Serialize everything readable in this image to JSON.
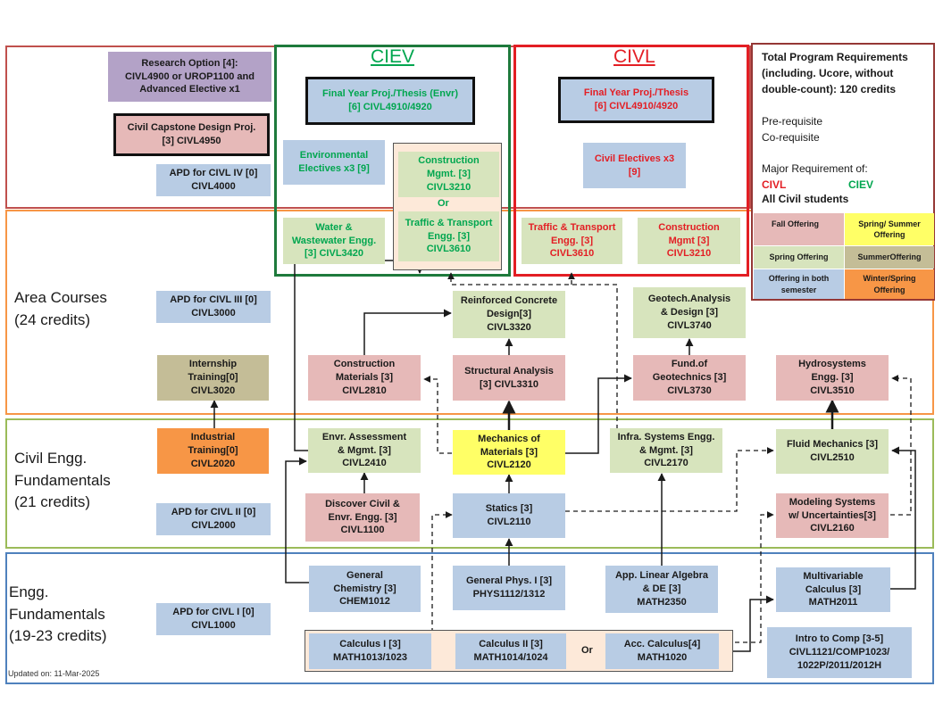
{
  "programs": {
    "ciev_title": "CIEV",
    "civl_title": "CIVL"
  },
  "bands": {
    "area": {
      "name": "Area Courses",
      "credits": "(24 credits)"
    },
    "civil_fund": {
      "name1": "Civil Engg.",
      "name2": "Fundamentals",
      "credits": "(21 credits)"
    },
    "engg_fund": {
      "name1": "Engg.",
      "name2": "Fundamentals",
      "credits": "(19-23 credits)"
    }
  },
  "updated": "Updated on: 11-Mar-2025",
  "legend": {
    "total_1": "Total Program Requirements",
    "total_2": "(including. Ucore, without",
    "total_3": "double-count): 120 credits",
    "prereq": "Pre-requisite",
    "coreq": "Co-requisite",
    "major_req": "Major Requirement of:",
    "civl": "CIVL",
    "ciev": "CIEV",
    "all_civil": "All Civil students",
    "fall": "Fall Offering",
    "spring_summer": "Spring/ Summer Offering",
    "spring": "Spring Offering",
    "summer": "SummerOffering",
    "both": "Offering in both semester",
    "winter_spring": "Winter/Spring Offering",
    "colors": {
      "fall": "#e6b9b8",
      "spring_summer": "#ffff66",
      "spring": "#d7e4bd",
      "summer": "#c4bd97",
      "both": "#b8cce4",
      "winter_spring": "#f79646"
    }
  },
  "courses": {
    "research": {
      "l1": "Research Option [4]:",
      "l2": "CIVL4900 or UROP1100 and",
      "l3": "Advanced Elective x1"
    },
    "capstone": {
      "l1": "Civil Capstone Design Proj.",
      "l2": "[3] CIVL4950"
    },
    "apd4": {
      "l1": "APD for CIVL IV [0]",
      "l2": "CIVL4000"
    },
    "ciev_fyp": {
      "l1": "Final Year Proj./Thesis (Envr)",
      "l2": "[6] CIVL4910/4920"
    },
    "env_electives": {
      "l1": "Environmental",
      "l2": "Electives x3 [9]"
    },
    "ciev_constr": {
      "l1": "Construction",
      "l2": "Mgmt. [3]",
      "l3": "CIVL3210"
    },
    "or_word": "Or",
    "ciev_traffic": {
      "l1": "Traffic & Transport",
      "l2": "Engg. [3]",
      "l3": "CIVL3610"
    },
    "water": {
      "l1": "Water &",
      "l2": "Wastewater Engg.",
      "l3": "[3] CIVL3420"
    },
    "civl_fyp": {
      "l1": "Final Year Proj./Thesis",
      "l2": "[6] CIVL4910/4920"
    },
    "civl_electives": {
      "l1": "Civil Electives x3",
      "l2": "[9]"
    },
    "civl_traffic": {
      "l1": "Traffic & Transport",
      "l2": "Engg. [3]",
      "l3": "CIVL3610"
    },
    "civl_constr": {
      "l1": "Construction",
      "l2": "Mgmt [3]",
      "l3": "CIVL3210"
    },
    "apd3": {
      "l1": "APD for CIVL III [0]",
      "l2": "CIVL3000"
    },
    "internship": {
      "l1": "Internship",
      "l2": "Training[0]",
      "l3": "CIVL3020"
    },
    "constr_materials": {
      "l1": "Construction",
      "l2": "Materials [3]",
      "l3": "CIVL2810"
    },
    "reinforced": {
      "l1": "Reinforced Concrete",
      "l2": "Design[3]",
      "l3": "CIVL3320"
    },
    "structural": {
      "l1": "Structural Analysis",
      "l2": "[3] CIVL3310"
    },
    "geotech_design": {
      "l1": "Geotech.Analysis",
      "l2": "& Design [3]",
      "l3": "CIVL3740"
    },
    "fund_geotech": {
      "l1": "Fund.of",
      "l2": "Geotechnics [3]",
      "l3": "CIVL3730"
    },
    "hydrosystems": {
      "l1": "Hydrosystems",
      "l2": "Engg. [3]",
      "l3": "CIVL3510"
    },
    "industrial": {
      "l1": "Industrial",
      "l2": "Training[0]",
      "l3": "CIVL2020"
    },
    "apd2": {
      "l1": "APD for CIVL II [0]",
      "l2": "CIVL2000"
    },
    "envr_assessment": {
      "l1": "Envr. Assessment",
      "l2": "& Mgmt. [3]",
      "l3": "CIVL2410"
    },
    "discover": {
      "l1": "Discover Civil &",
      "l2": "Envr. Engg. [3]",
      "l3": "CIVL1100"
    },
    "mechanics": {
      "l1": "Mechanics of",
      "l2": "Materials [3]",
      "l3": "CIVL2120"
    },
    "statics": {
      "l1": "Statics [3]",
      "l2": "CIVL2110"
    },
    "infra": {
      "l1": "Infra. Systems Engg.",
      "l2": "& Mgmt. [3]",
      "l3": "CIVL2170"
    },
    "fluid": {
      "l1": "Fluid Mechanics [3]",
      "l2": "CIVL2510"
    },
    "modeling": {
      "l1": "Modeling Systems",
      "l2": "w/ Uncertainties[3]",
      "l3": "CIVL2160"
    },
    "apd1": {
      "l1": "APD for CIVL I [0]",
      "l2": "CIVL1000"
    },
    "chemistry": {
      "l1": "General",
      "l2": "Chemistry [3]",
      "l3": "CHEM1012"
    },
    "physics": {
      "l1": "General Phys. I [3]",
      "l2": "PHYS1112/1312"
    },
    "linear": {
      "l1": "App. Linear Algebra",
      "l2": "& DE [3]",
      "l3": "MATH2350"
    },
    "multivariable": {
      "l1": "Multivariable",
      "l2": "Calculus [3]",
      "l3": "MATH2011"
    },
    "calc1": {
      "l1": "Calculus I [3]",
      "l2": "MATH1013/1023"
    },
    "calc2": {
      "l1": "Calculus II [3]",
      "l2": "MATH1014/1024"
    },
    "acc_calc": {
      "l1": "Acc. Calculus[4]",
      "l2": "MATH1020"
    },
    "intro_comp": {
      "l1": "Intro to Comp [3-5]",
      "l2": "CIVL1121/COMP1023/",
      "l3": "1022P/2011/2012H"
    }
  }
}
